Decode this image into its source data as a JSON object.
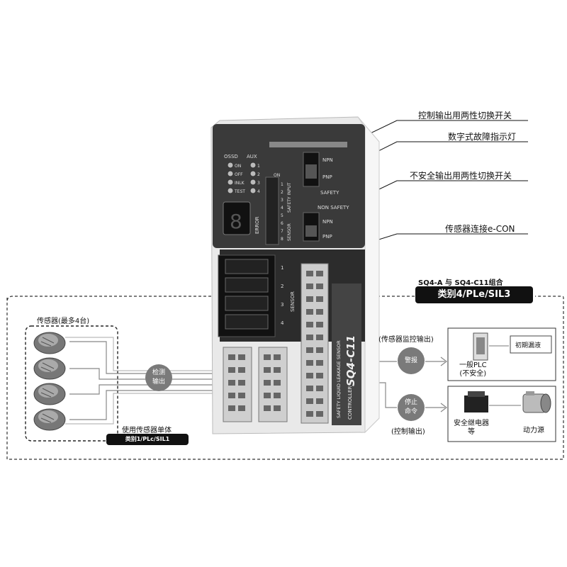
{
  "callouts": {
    "polarity_switch_control": "控制输出用两性切换开关",
    "digital_fault_indicator": "数字式故障指示灯",
    "polarity_switch_unsafe": "不安全输出用两性切换开关",
    "sensor_econ": "传感器连接e-CON"
  },
  "combo": {
    "caption": "SQ4-A 与 SQ4-C11组合",
    "badge": "类别4/PLe/SIL3"
  },
  "sensors": {
    "title": "传感器(最多4台)",
    "single_use": "使用传感器单体",
    "single_badge": "类别1/PLc/SIL1"
  },
  "bubbles": {
    "detect_output": [
      "检测",
      "输出"
    ],
    "alarm": "警报",
    "stop_command": [
      "停止",
      "命令"
    ]
  },
  "outputs": {
    "monitor_output": "(传感器监控输出)",
    "control_output": "(控制输出)",
    "plc_label": [
      "一般PLC",
      "(不安全)"
    ],
    "leak_display": "初期漏液",
    "relay_label": [
      "安全继电器",
      "等"
    ],
    "power_source": "动力源"
  },
  "device": {
    "model": "SQ4-C11",
    "side_text": "SAFETY LIQUID LEAKAGE SENSOR",
    "controller": "CONTROLLER",
    "ossd_header": "OSSD",
    "aux_header": "AUX",
    "ossd_leds": [
      "ON",
      "OFF",
      "INLK",
      "TEST"
    ],
    "aux_leds": [
      "1",
      "2",
      "3",
      "4"
    ],
    "dip_on": "ON",
    "dip_numbers": [
      "1",
      "2",
      "3",
      "4",
      "5",
      "6",
      "7",
      "8"
    ],
    "dip_group_top": "SAFETY INPUT",
    "dip_group_bottom": "SENSOR",
    "error_label": "ERROR",
    "error_digit": "8",
    "npn": "NPN",
    "pnp": "PNP",
    "safety": "SAFETY",
    "non_safety": "NON SAFETY",
    "sensor_ports": [
      "1",
      "2",
      "3",
      "4"
    ],
    "sensor_port_label": "SENSOR"
  },
  "colors": {
    "device_body": "#3a3a3a",
    "device_shell": "#e9e9e9",
    "badge": "#111111",
    "bubble": "#7a7a7a",
    "dashed_border": "#333333"
  }
}
